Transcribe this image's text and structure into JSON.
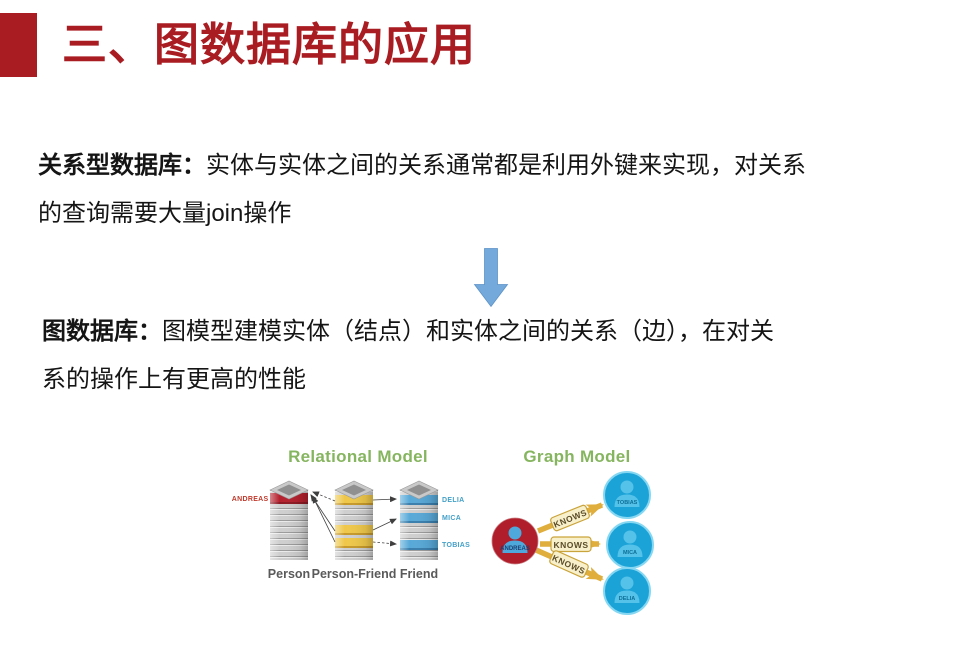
{
  "title": {
    "text": "三、图数据库的应用"
  },
  "paragraphs": {
    "relational": {
      "label": "关系型数据库：",
      "lines": [
        "实体与实体之间的关系通常都是利用外键来实现，对关系",
        "的查询需要大量join操作"
      ]
    },
    "graph": {
      "label": "图数据库：",
      "lines": [
        "图模型建模实体（结点）和实体之间的关系（边），在对关",
        "系的操作上有更高的性能"
      ]
    }
  },
  "icons": {
    "down_arrow": "down-arrow"
  },
  "figure": {
    "relational_model": {
      "title": "Relational Model",
      "tables": [
        {
          "name": "Person",
          "rows": [
            "ANDREAS"
          ]
        },
        {
          "name": "Person-Friend"
        },
        {
          "name": "Friend",
          "rows": [
            "DELIA",
            "MICA",
            "TOBIAS"
          ]
        }
      ]
    },
    "graph_model": {
      "title": "Graph Model",
      "center_node": "ANDREAS",
      "edge_label": "KNOWS",
      "neighbor_nodes": [
        "TOBIAS",
        "MICA",
        "DELIA"
      ]
    },
    "colors": {
      "accent_red": "#A91D22",
      "figure_title_green": "#86B55F",
      "relational_row_red": "#B5212E",
      "relational_row_yellow": "#EFC84A",
      "relational_row_blue": "#58A9D8",
      "graph_node_blue": "#1BA3D8",
      "graph_node_red": "#AF1E2A",
      "edge_gold": "#DFAE3C",
      "down_arrow_blue": "#74A9DB"
    }
  }
}
